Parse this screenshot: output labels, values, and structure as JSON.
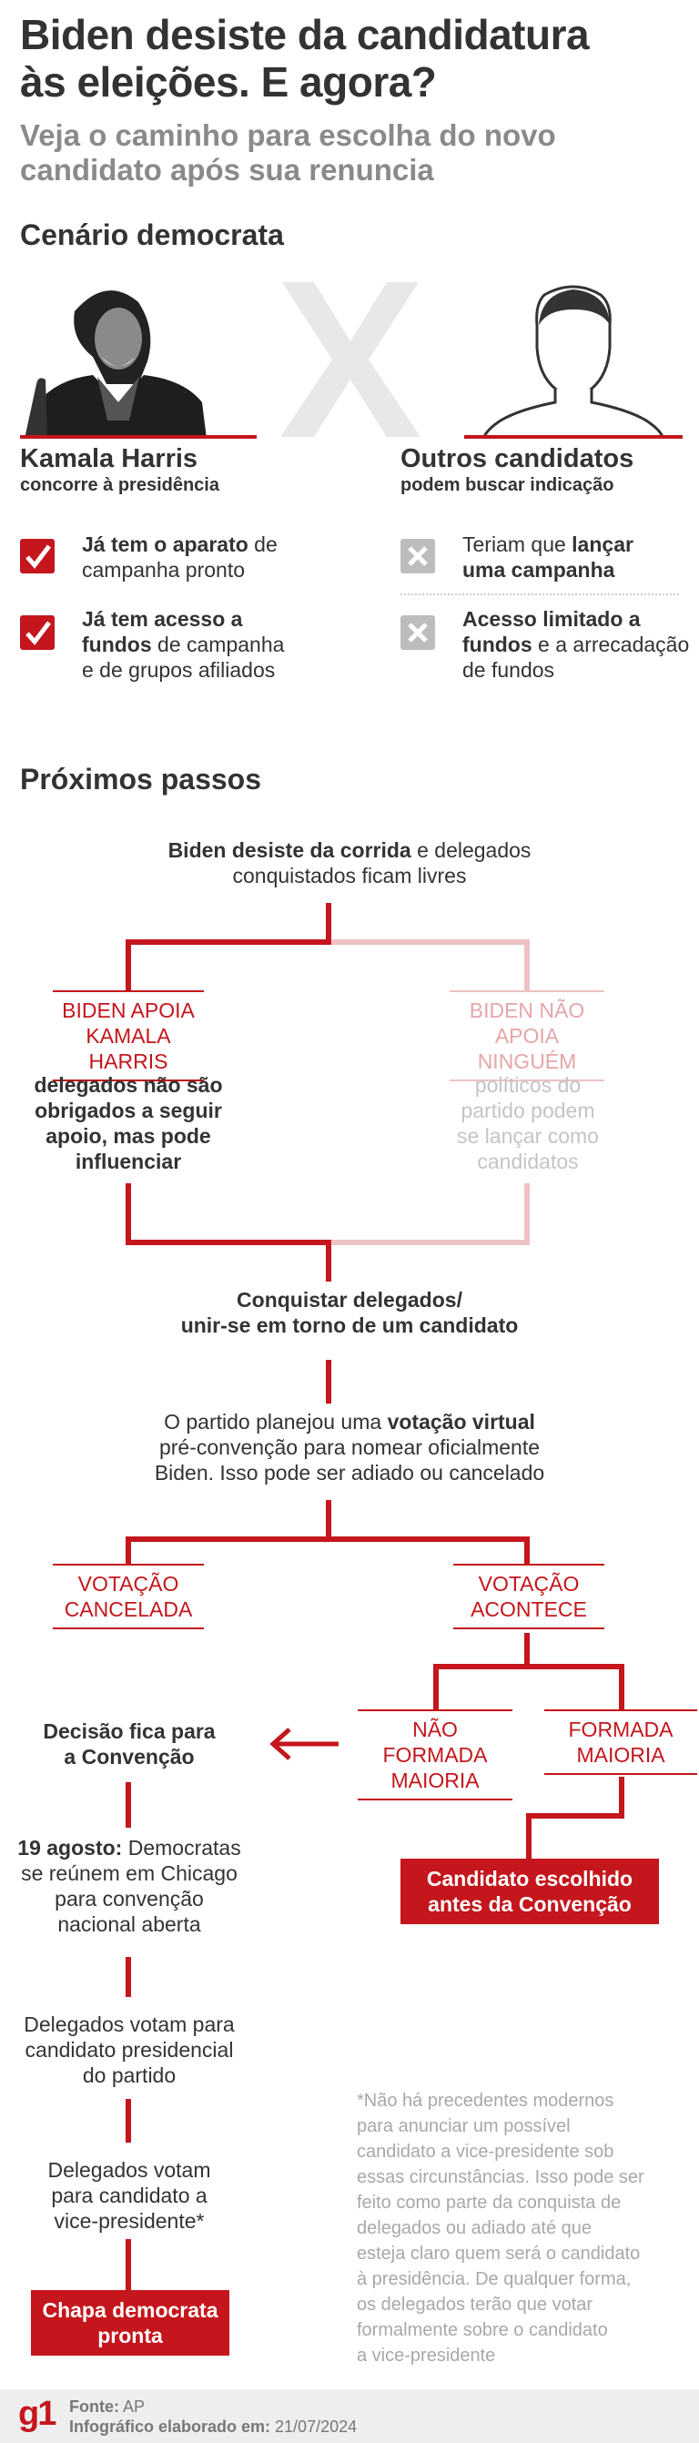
{
  "header": {
    "title_line1": "Biden desiste da candidatura",
    "title_line2": "às eleições. E agora?",
    "subtitle_line1": "Veja o caminho para escolha do novo",
    "subtitle_line2": "candidato após sua renuncia"
  },
  "scenario": {
    "heading": "Cenário democrata",
    "left": {
      "name": "Kamala Harris",
      "desc": "concorre à presidência",
      "items": [
        {
          "bold": "Já tem o aparato",
          "rest1": " de",
          "rest2": "campanha pronto"
        },
        {
          "bold1": "Já tem acesso a",
          "bold2": "fundos",
          "rest2": " de campanha",
          "rest3": "e de grupos afiliados"
        }
      ]
    },
    "right": {
      "name": "Outros candidatos",
      "desc": "podem buscar indicação",
      "items": [
        {
          "pre": "Teriam que ",
          "bold1": "lançar",
          "bold2": "uma campanha"
        },
        {
          "bold1": "Acesso limitado a",
          "bold2": "fundos",
          "rest2": " e a arrecadação",
          "rest3": "de fundos"
        }
      ]
    }
  },
  "steps": {
    "heading": "Próximos passos",
    "start_bold": "Biden desiste da corrida",
    "start_rest": " e delegados",
    "start_line2": "conquistados ficam livres",
    "branch_a_label1": "BIDEN APOIA",
    "branch_a_label2": "KAMALA HARRIS",
    "branch_a_text": [
      "delegados não são",
      "obrigados a seguir",
      "apoio, mas pode",
      "influenciar"
    ],
    "branch_b_label1": "BIDEN NÃO",
    "branch_b_label2": "APOIA NINGUÉM",
    "branch_b_text": [
      "políticos do",
      "partido podem",
      "se lançar como",
      "candidatos"
    ],
    "merge_line1": "Conquistar delegados/",
    "merge_line2": "unir-se em torno de um candidato",
    "plan_pre": "O partido planejou uma ",
    "plan_bold": "votação virtual",
    "plan_line2": "pré-convenção para nomear oficialmente",
    "plan_line3": "Biden. Isso pode ser adiado ou cancelado",
    "vote_cancel1": "VOTAÇÃO",
    "vote_cancel2": "CANCELADA",
    "vote_happens1": "VOTAÇÃO",
    "vote_happens2": "ACONTECE",
    "no_majority1": "NÃO FORMADA",
    "no_majority2": "MAIORIA",
    "majority1": "FORMADA",
    "majority2": "MAIORIA",
    "convention1": "Decisão fica para",
    "convention2": "a Convenção",
    "chosen1": "Candidato escolhido",
    "chosen2": "antes da Convenção",
    "aug_bold": "19 agosto:",
    "aug_rest": " Democratas",
    "aug_line2": "se reúnem em Chicago",
    "aug_line3": "para convenção",
    "aug_line4": "nacional aberta",
    "pres_vote": [
      "Delegados votam para",
      "candidato presidencial",
      "do partido"
    ],
    "vp_vote": [
      "Delegados votam",
      "para candidato a",
      "vice-presidente*"
    ],
    "ticket1": "Chapa democrata",
    "ticket2": "pronta",
    "footnote": [
      "*Não há precedentes modernos",
      "para anunciar um possível",
      "candidato a vice-presidente sob",
      "essas circunstâncias. Isso pode ser",
      "feito como parte da conquista de",
      "delegados ou adiado até que",
      "esteja claro quem será o candidato",
      "à presidência. De qualquer forma,",
      "os delegados terão que votar",
      "formalmente sobre o candidato",
      "a vice-presidente"
    ]
  },
  "footer": {
    "logo": "g1",
    "source_label": "Fonte:",
    "source_value": " AP",
    "date_label": "Infográfico elaborado em:",
    "date_value": " 21/07/2024"
  },
  "colors": {
    "accent": "#c4161c",
    "accent_light": "#eec2c4",
    "grey": "#a8a8a8"
  }
}
